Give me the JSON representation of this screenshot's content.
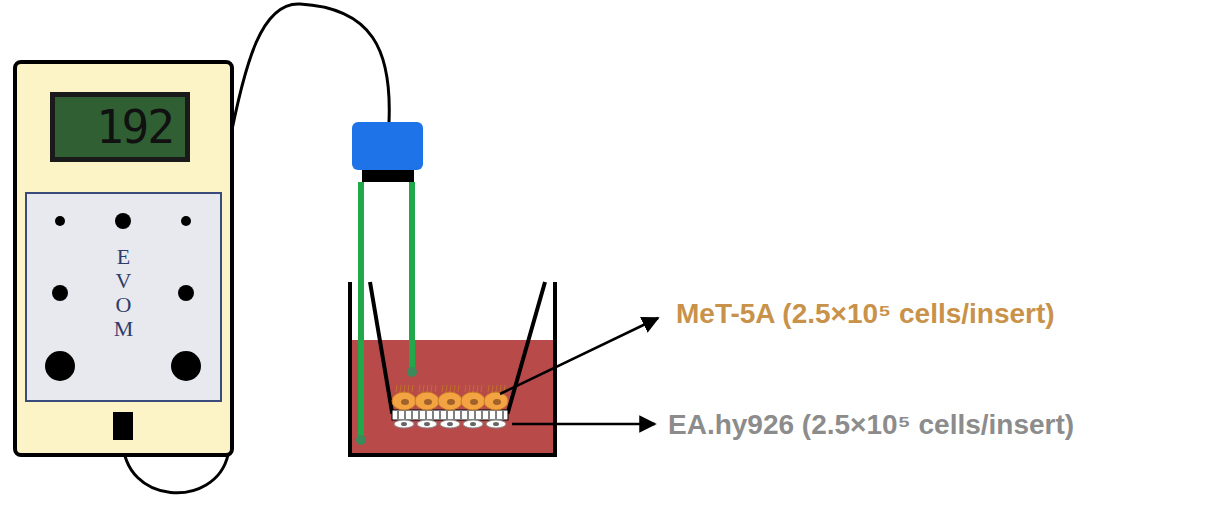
{
  "diagram": {
    "nodes": [
      {
        "text": [
          "192"
        ]
      },
      {
        "text": [
          "EVOM"
        ]
      }
    ],
    "labels": [
      "MeT-5A (2.5×10⁵ cells/insert)",
      "EA.hy926 (2.5×10⁵ cells/insert)"
    ]
  }
}
